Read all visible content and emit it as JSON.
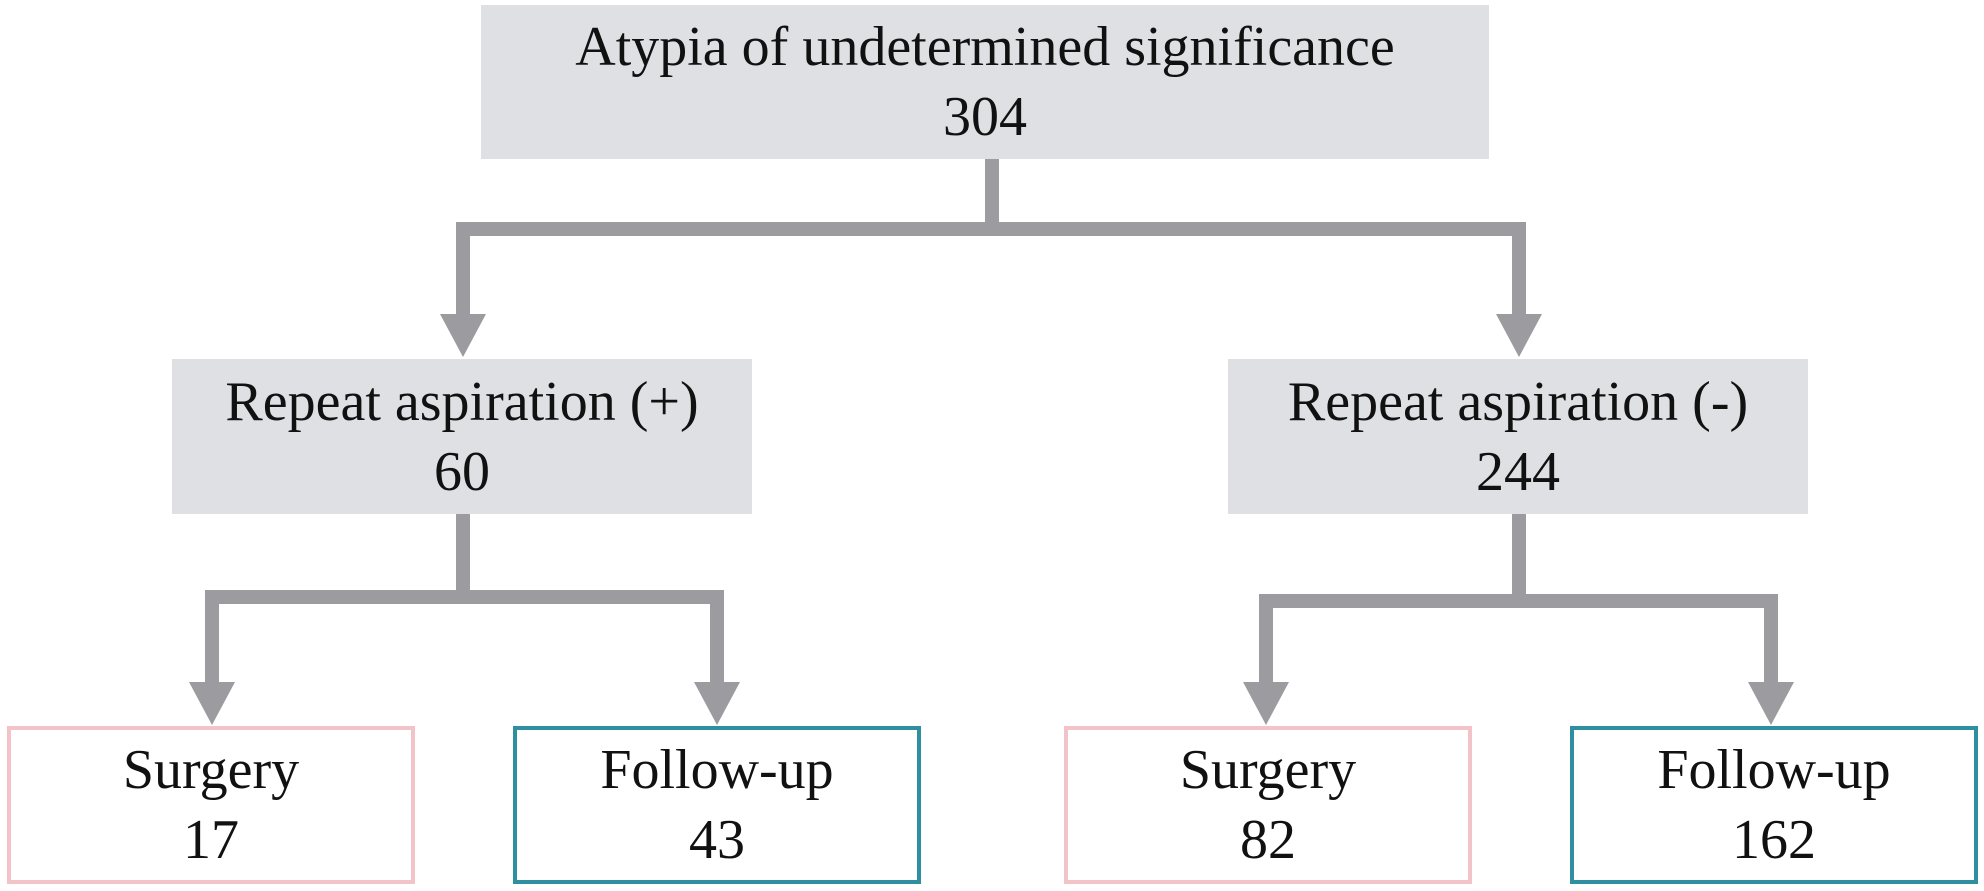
{
  "colors": {
    "grey_box": "#dfe0e4",
    "connector": "#9b9ba0",
    "surgery_border": "#f2c4ca",
    "followup_border": "#2f8ea0"
  },
  "root": {
    "title": "Atypia of undetermined significance",
    "count": "304"
  },
  "repeat_positive": {
    "title": "Repeat aspiration (+)",
    "count": "60",
    "surgery": {
      "title": "Surgery",
      "count": "17"
    },
    "followup": {
      "title": "Follow-up",
      "count": "43"
    }
  },
  "repeat_negative": {
    "title": "Repeat aspiration (-)",
    "count": "244",
    "surgery": {
      "title": "Surgery",
      "count": "82"
    },
    "followup": {
      "title": "Follow-up",
      "count": "162"
    }
  }
}
